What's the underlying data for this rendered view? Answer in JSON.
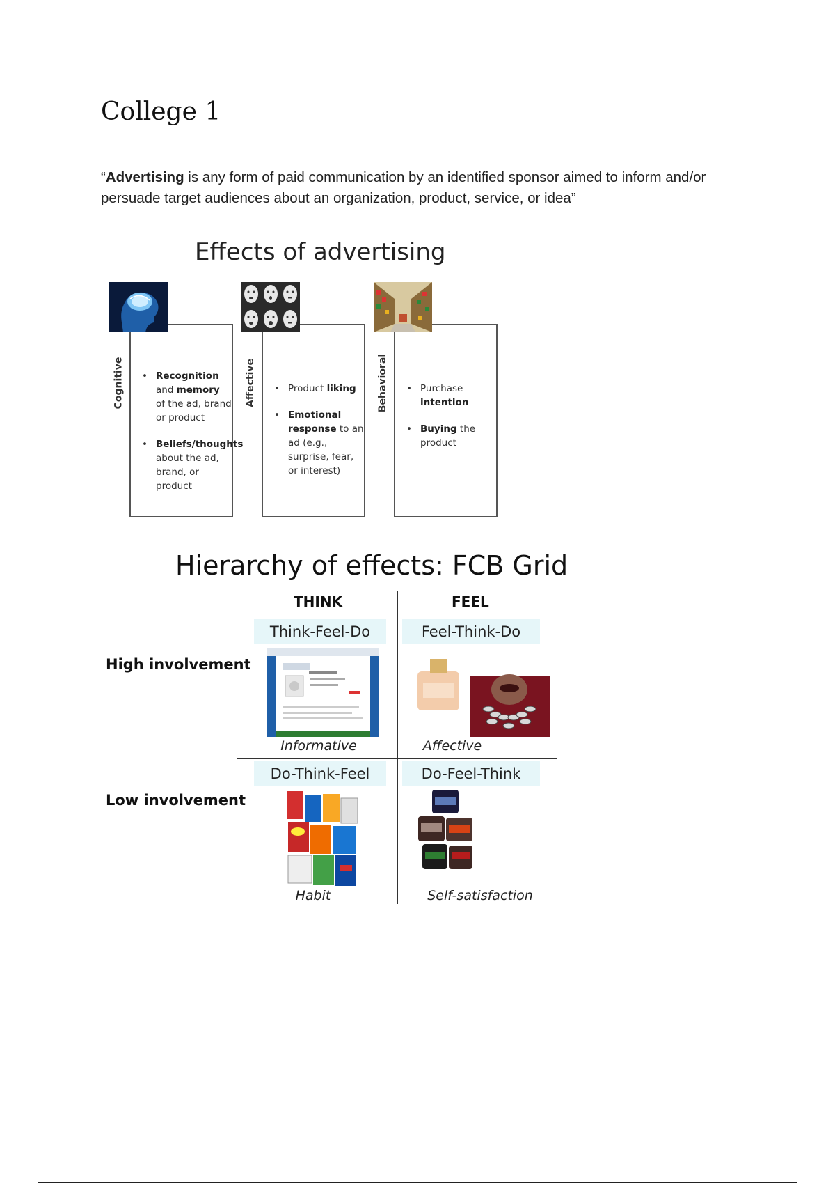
{
  "document": {
    "title": "College 1",
    "definition": {
      "open_quote": "“",
      "term": "Advertising",
      "text": " is any form of paid communication by an identified sponsor aimed to inform and/or persuade target audiences about an organization, product, service, or idea”"
    }
  },
  "effects": {
    "title": "Effects of advertising",
    "columns": [
      {
        "label": "Cognitive",
        "icon": "brain-head-image",
        "bullets": [
          {
            "b1": "Recognition",
            "t1": " and ",
            "b2": "memory",
            "t2": " of the ad, brand or product"
          },
          {
            "b1": "Beliefs/thoughts",
            "t1": " about the ad, brand, or product",
            "b2": "",
            "t2": ""
          }
        ]
      },
      {
        "label": "Affective",
        "icon": "faces-emotions-image",
        "bullets": [
          {
            "b1": "",
            "t1": "Product ",
            "b2": "liking",
            "t2": ""
          },
          {
            "b1": "Emotional response",
            "t1": " to an ad (e.g., surprise, fear, or interest)",
            "b2": "",
            "t2": ""
          }
        ]
      },
      {
        "label": "Behavioral",
        "icon": "supermarket-aisle-image",
        "bullets": [
          {
            "b1": "",
            "t1": "Purchase ",
            "b2": "intention",
            "t2": ""
          },
          {
            "b1": "Buying",
            "t1": " the product",
            "b2": "",
            "t2": ""
          }
        ]
      }
    ]
  },
  "fcb": {
    "title": "Hierarchy of effects: FCB Grid",
    "columns": [
      "THINK",
      "FEEL"
    ],
    "rows": [
      "High involvement",
      "Low involvement"
    ],
    "quadrants": [
      {
        "label": "Think-Feel-Do",
        "caption": "Informative",
        "icon": "webshop-screenshot-image"
      },
      {
        "label": "Feel-Think-Do",
        "caption": "Affective",
        "icon": "perfume-necklace-image"
      },
      {
        "label": "Do-Think-Feel",
        "caption": "Habit",
        "icon": "detergent-boxes-image"
      },
      {
        "label": "Do-Feel-Think",
        "caption": "Self-satisfaction",
        "icon": "ice-cream-tubs-image"
      }
    ]
  }
}
